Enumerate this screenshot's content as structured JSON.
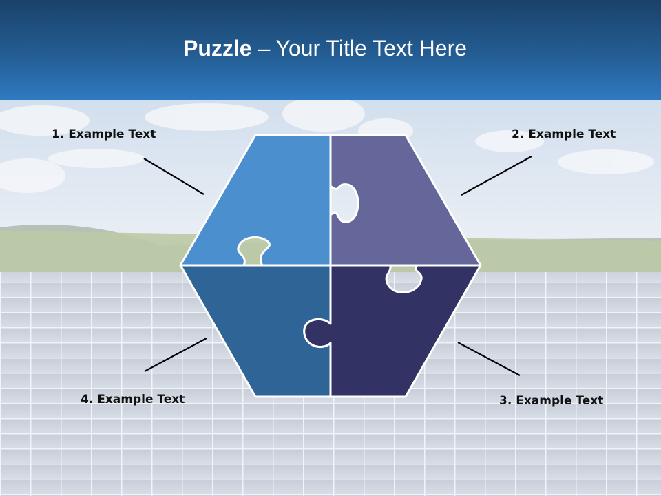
{
  "slide": {
    "title_bold": "Puzzle",
    "title_rest": " – Your Title Text Here"
  },
  "puzzle": {
    "pieces": [
      {
        "id": 1,
        "label": "1. Example Text",
        "color": "#4b8fcf"
      },
      {
        "id": 2,
        "label": "2. Example Text",
        "color": "#656699"
      },
      {
        "id": 3,
        "label": "3. Example Text",
        "color": "#333265"
      },
      {
        "id": 4,
        "label": "4. Example Text",
        "color": "#2f6496"
      }
    ],
    "outline_color": "#ffffff",
    "connector_color": "#000000"
  },
  "background": {
    "sky_color": "#b9cbe0",
    "field_color": "#9fb37f",
    "panel_color": "#c6cdd9"
  }
}
